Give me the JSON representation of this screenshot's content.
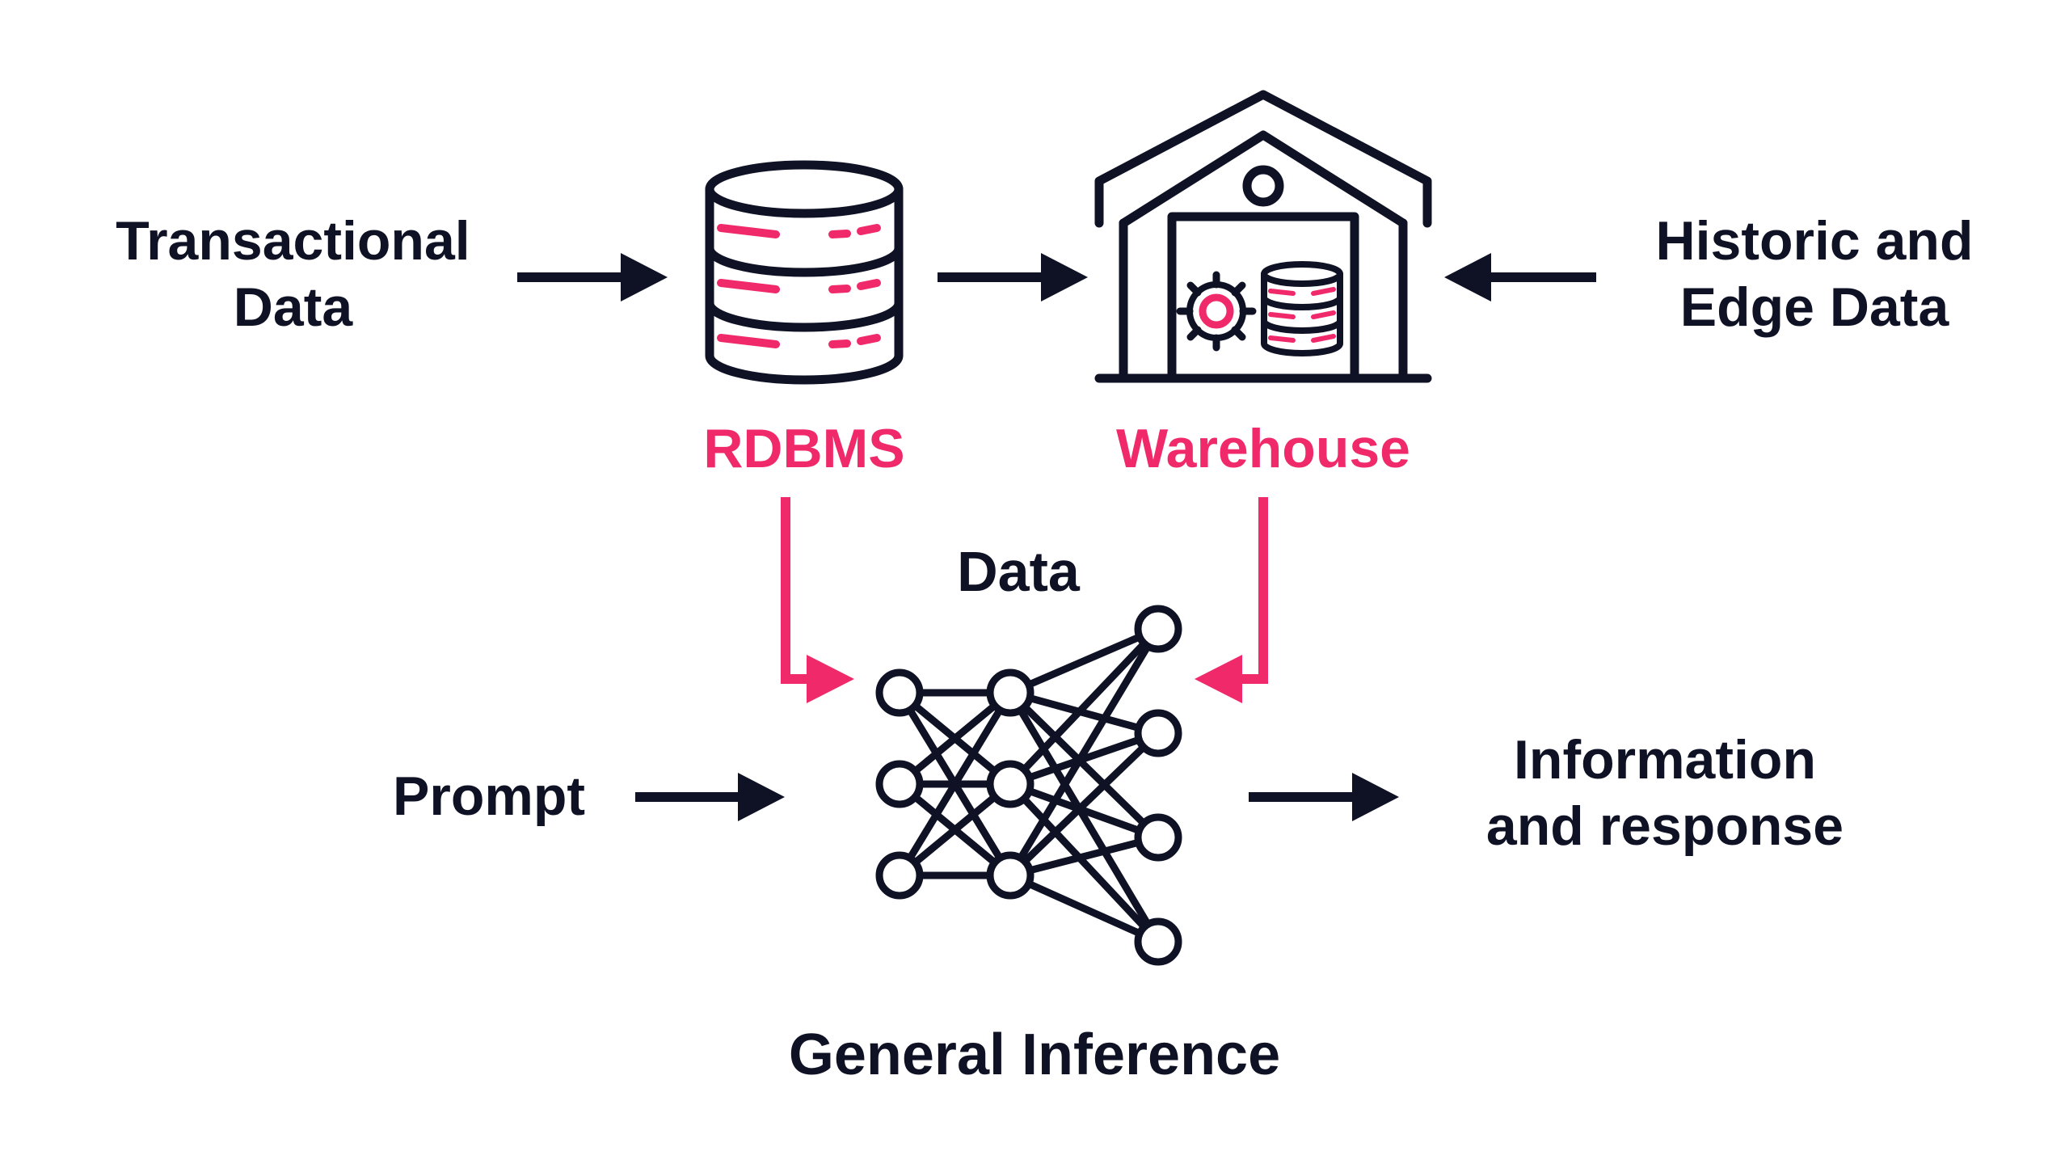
{
  "colors": {
    "ink": "#0f1225",
    "accent": "#f02a6a",
    "background": "#ffffff"
  },
  "inputs": {
    "transactional": [
      "Transactional",
      "Data"
    ],
    "historic": [
      "Historic and",
      "Edge Data"
    ],
    "prompt": "Prompt"
  },
  "stores": {
    "rdbms": {
      "label": "RDBMS",
      "icon": "database-icon"
    },
    "warehouse": {
      "label": "Warehouse",
      "icon": "warehouse-icon",
      "contents": [
        "gear-icon",
        "database-icon"
      ]
    }
  },
  "model": {
    "data_label": "Data",
    "caption": "General Inference",
    "icon": "neural-network-icon"
  },
  "output": [
    "Information",
    "and response"
  ]
}
